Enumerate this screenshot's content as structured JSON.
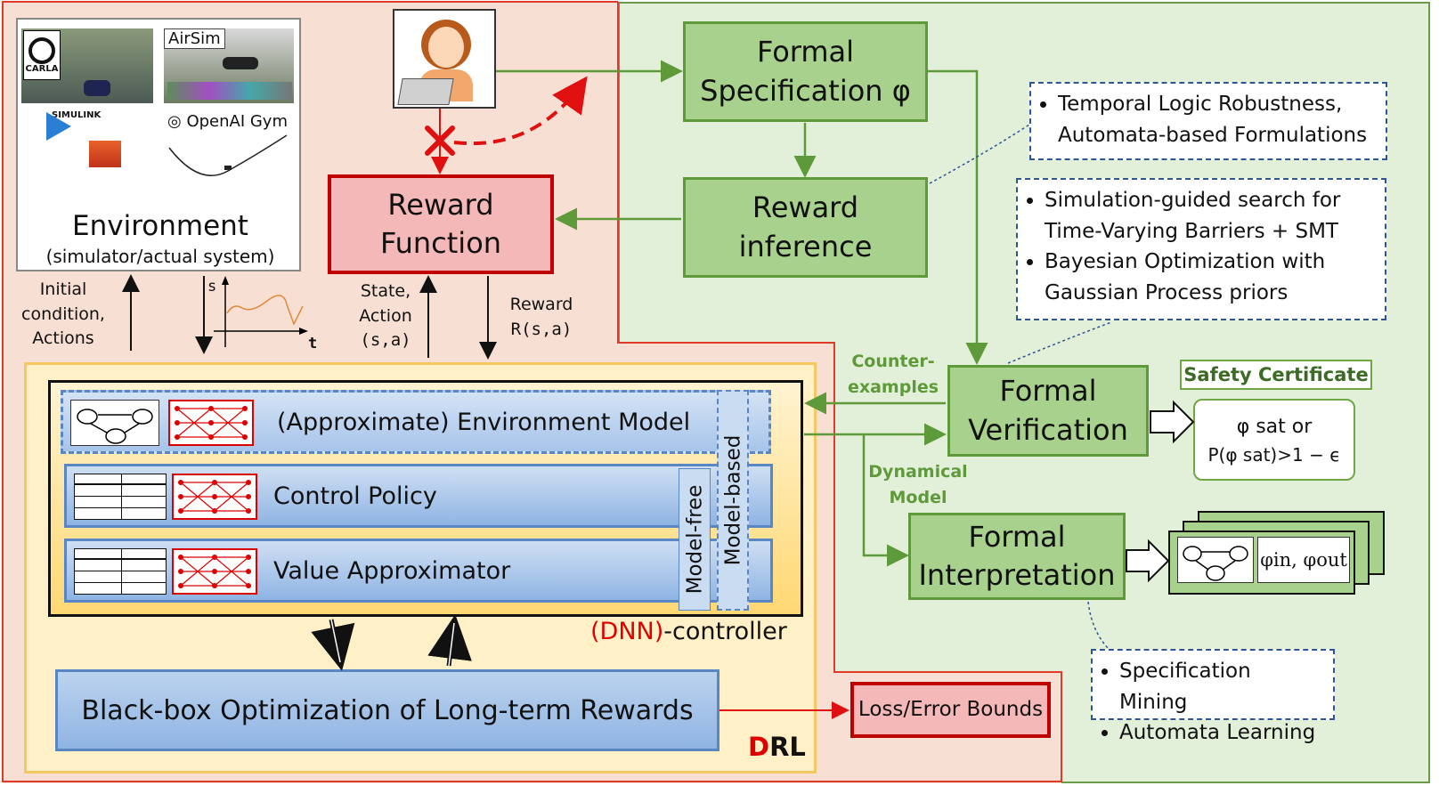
{
  "environment": {
    "title": "Environment",
    "subtitle": "(simulator/actual system)",
    "thumbnails": {
      "carla_logo": "CARLA",
      "airsim": "AirSim",
      "simulink": "SIMULINK",
      "gym": "OpenAI Gym"
    }
  },
  "reward_function": {
    "line1": "Reward",
    "line2": "Function"
  },
  "formal_spec": {
    "line1": "Formal",
    "line2": "Specification φ"
  },
  "reward_inference": {
    "line1": "Reward",
    "line2": "inference"
  },
  "formal_verification": {
    "line1": "Formal",
    "line2": "Verification"
  },
  "formal_interpretation": {
    "line1": "Formal",
    "line2": "Interpretation"
  },
  "notes": {
    "robustness": [
      "Temporal Logic Robustness,",
      "Automata-based Formulations"
    ],
    "search": [
      "Simulation-guided search for",
      "Time-Varying Barriers + SMT",
      "Bayesian Optimization with",
      "Gaussian Process priors"
    ],
    "mining": [
      "Specification Mining",
      "Automata Learning"
    ]
  },
  "labels": {
    "initial": [
      "Initial",
      "condition,",
      "Actions"
    ],
    "state_action": [
      "State,",
      "Action",
      "(s,a)"
    ],
    "reward": [
      "Reward",
      "R(s,a)"
    ],
    "plot_s": "s",
    "plot_t": "t",
    "counter": [
      "Counter-",
      "examples"
    ],
    "dyn": [
      "Dynamical",
      "Model"
    ]
  },
  "controller": {
    "env_model": "(Approximate) Environment Model",
    "control_policy": "Control Policy",
    "value_approx": "Value Approximator",
    "model_free": "Model-free",
    "model_based": "Model-based",
    "dnn": "(DNN)",
    "controller_suffix": "-controller"
  },
  "blackbox": "Black-box Optimization of Long-term Rewards",
  "drl": {
    "d": "D",
    "rl": "RL"
  },
  "loss": "Loss/Error Bounds",
  "safety": {
    "title": "Safety Certificate",
    "line1": "φ  sat or",
    "line2": "P(φ  sat)>1 − ϵ"
  },
  "interp_output": "φin, φout",
  "colors": {
    "green_fill": "#a9d18e",
    "green_border": "#5f9a3a",
    "red_border": "#c00000",
    "red_fill": "#f4b8b8",
    "blue_fill": "#9dbde6",
    "region_green": "#e2efd9",
    "region_pink": "#f8dfd3"
  }
}
